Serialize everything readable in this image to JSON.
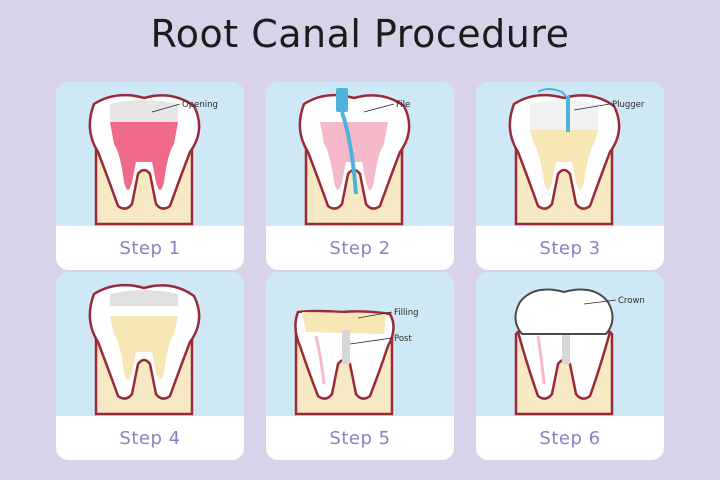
{
  "title": "Root Canal Procedure",
  "steps": [
    {
      "label": "Step 1",
      "callouts": [
        "Opening"
      ]
    },
    {
      "label": "Step 2",
      "callouts": [
        "File"
      ]
    },
    {
      "label": "Step 3",
      "callouts": [
        "Plugger"
      ]
    },
    {
      "label": "Step 4",
      "callouts": []
    },
    {
      "label": "Step 5",
      "callouts": [
        "Filling",
        "Post"
      ]
    },
    {
      "label": "Step 6",
      "callouts": [
        "Crown"
      ]
    }
  ],
  "colors": {
    "background": "#d9d3ea",
    "card": "#cfe8f5",
    "step_text": "#8d7fc4",
    "gum": "#f6e9c4",
    "gum_outline": "#9a2a3a",
    "tooth": "#ffffff",
    "pulp": "#f06a8a",
    "tool": "#4fb3d9",
    "filling": "#f7e7b5"
  }
}
